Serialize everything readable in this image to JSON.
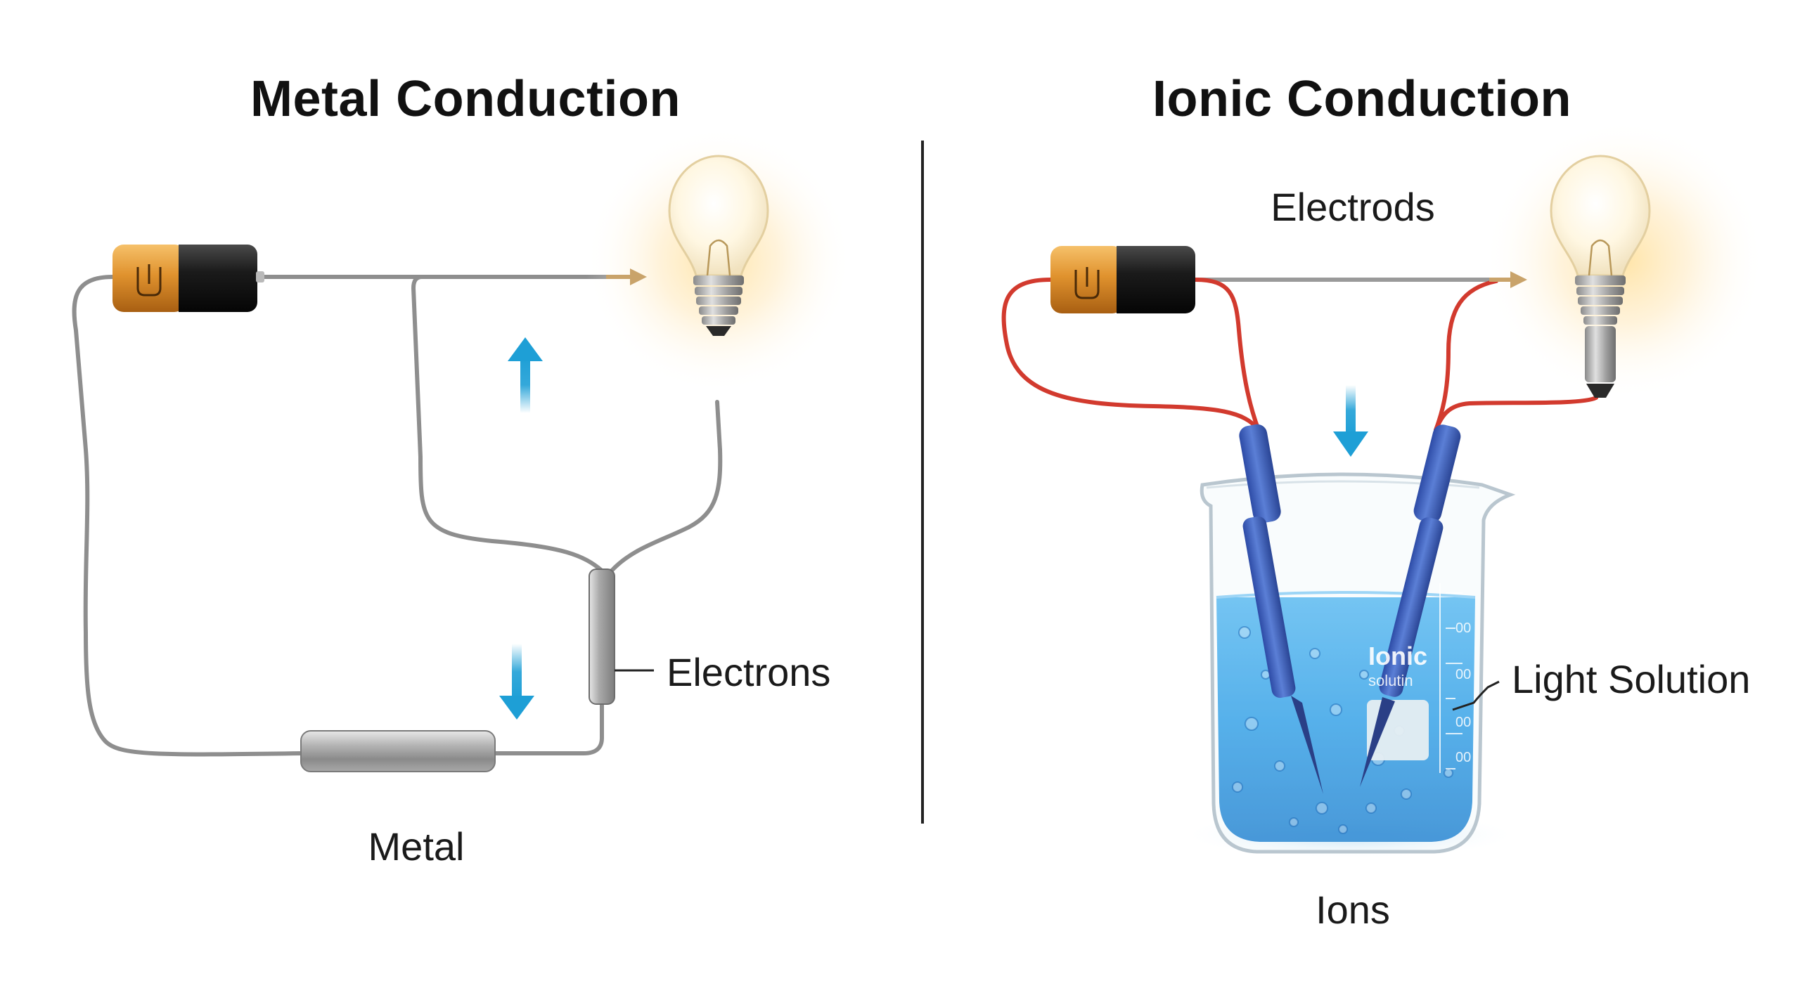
{
  "left_panel": {
    "title": "Metal Conduction",
    "labels": {
      "electrons": "Electrons",
      "metal": "Metal"
    }
  },
  "right_panel": {
    "title": "Ionic Conduction",
    "labels": {
      "electrodes": "Electrods",
      "light_solution": "Light Solution",
      "ions": "Ions",
      "beaker_text_line1": "Ionic",
      "beaker_text_line2": "solutin"
    },
    "beaker_scale": [
      "00",
      "00",
      "00",
      "00"
    ]
  },
  "colors": {
    "arrow": "#1e9fd6",
    "battery_copper": "#d9892a",
    "battery_black": "#1c1c1c",
    "metal_wire": "#9a9a9a",
    "red_wire": "#d23a2e",
    "electrode_blue": "#3f5fbf",
    "solution_blue": "#2f9fe8",
    "divider": "#222222"
  }
}
